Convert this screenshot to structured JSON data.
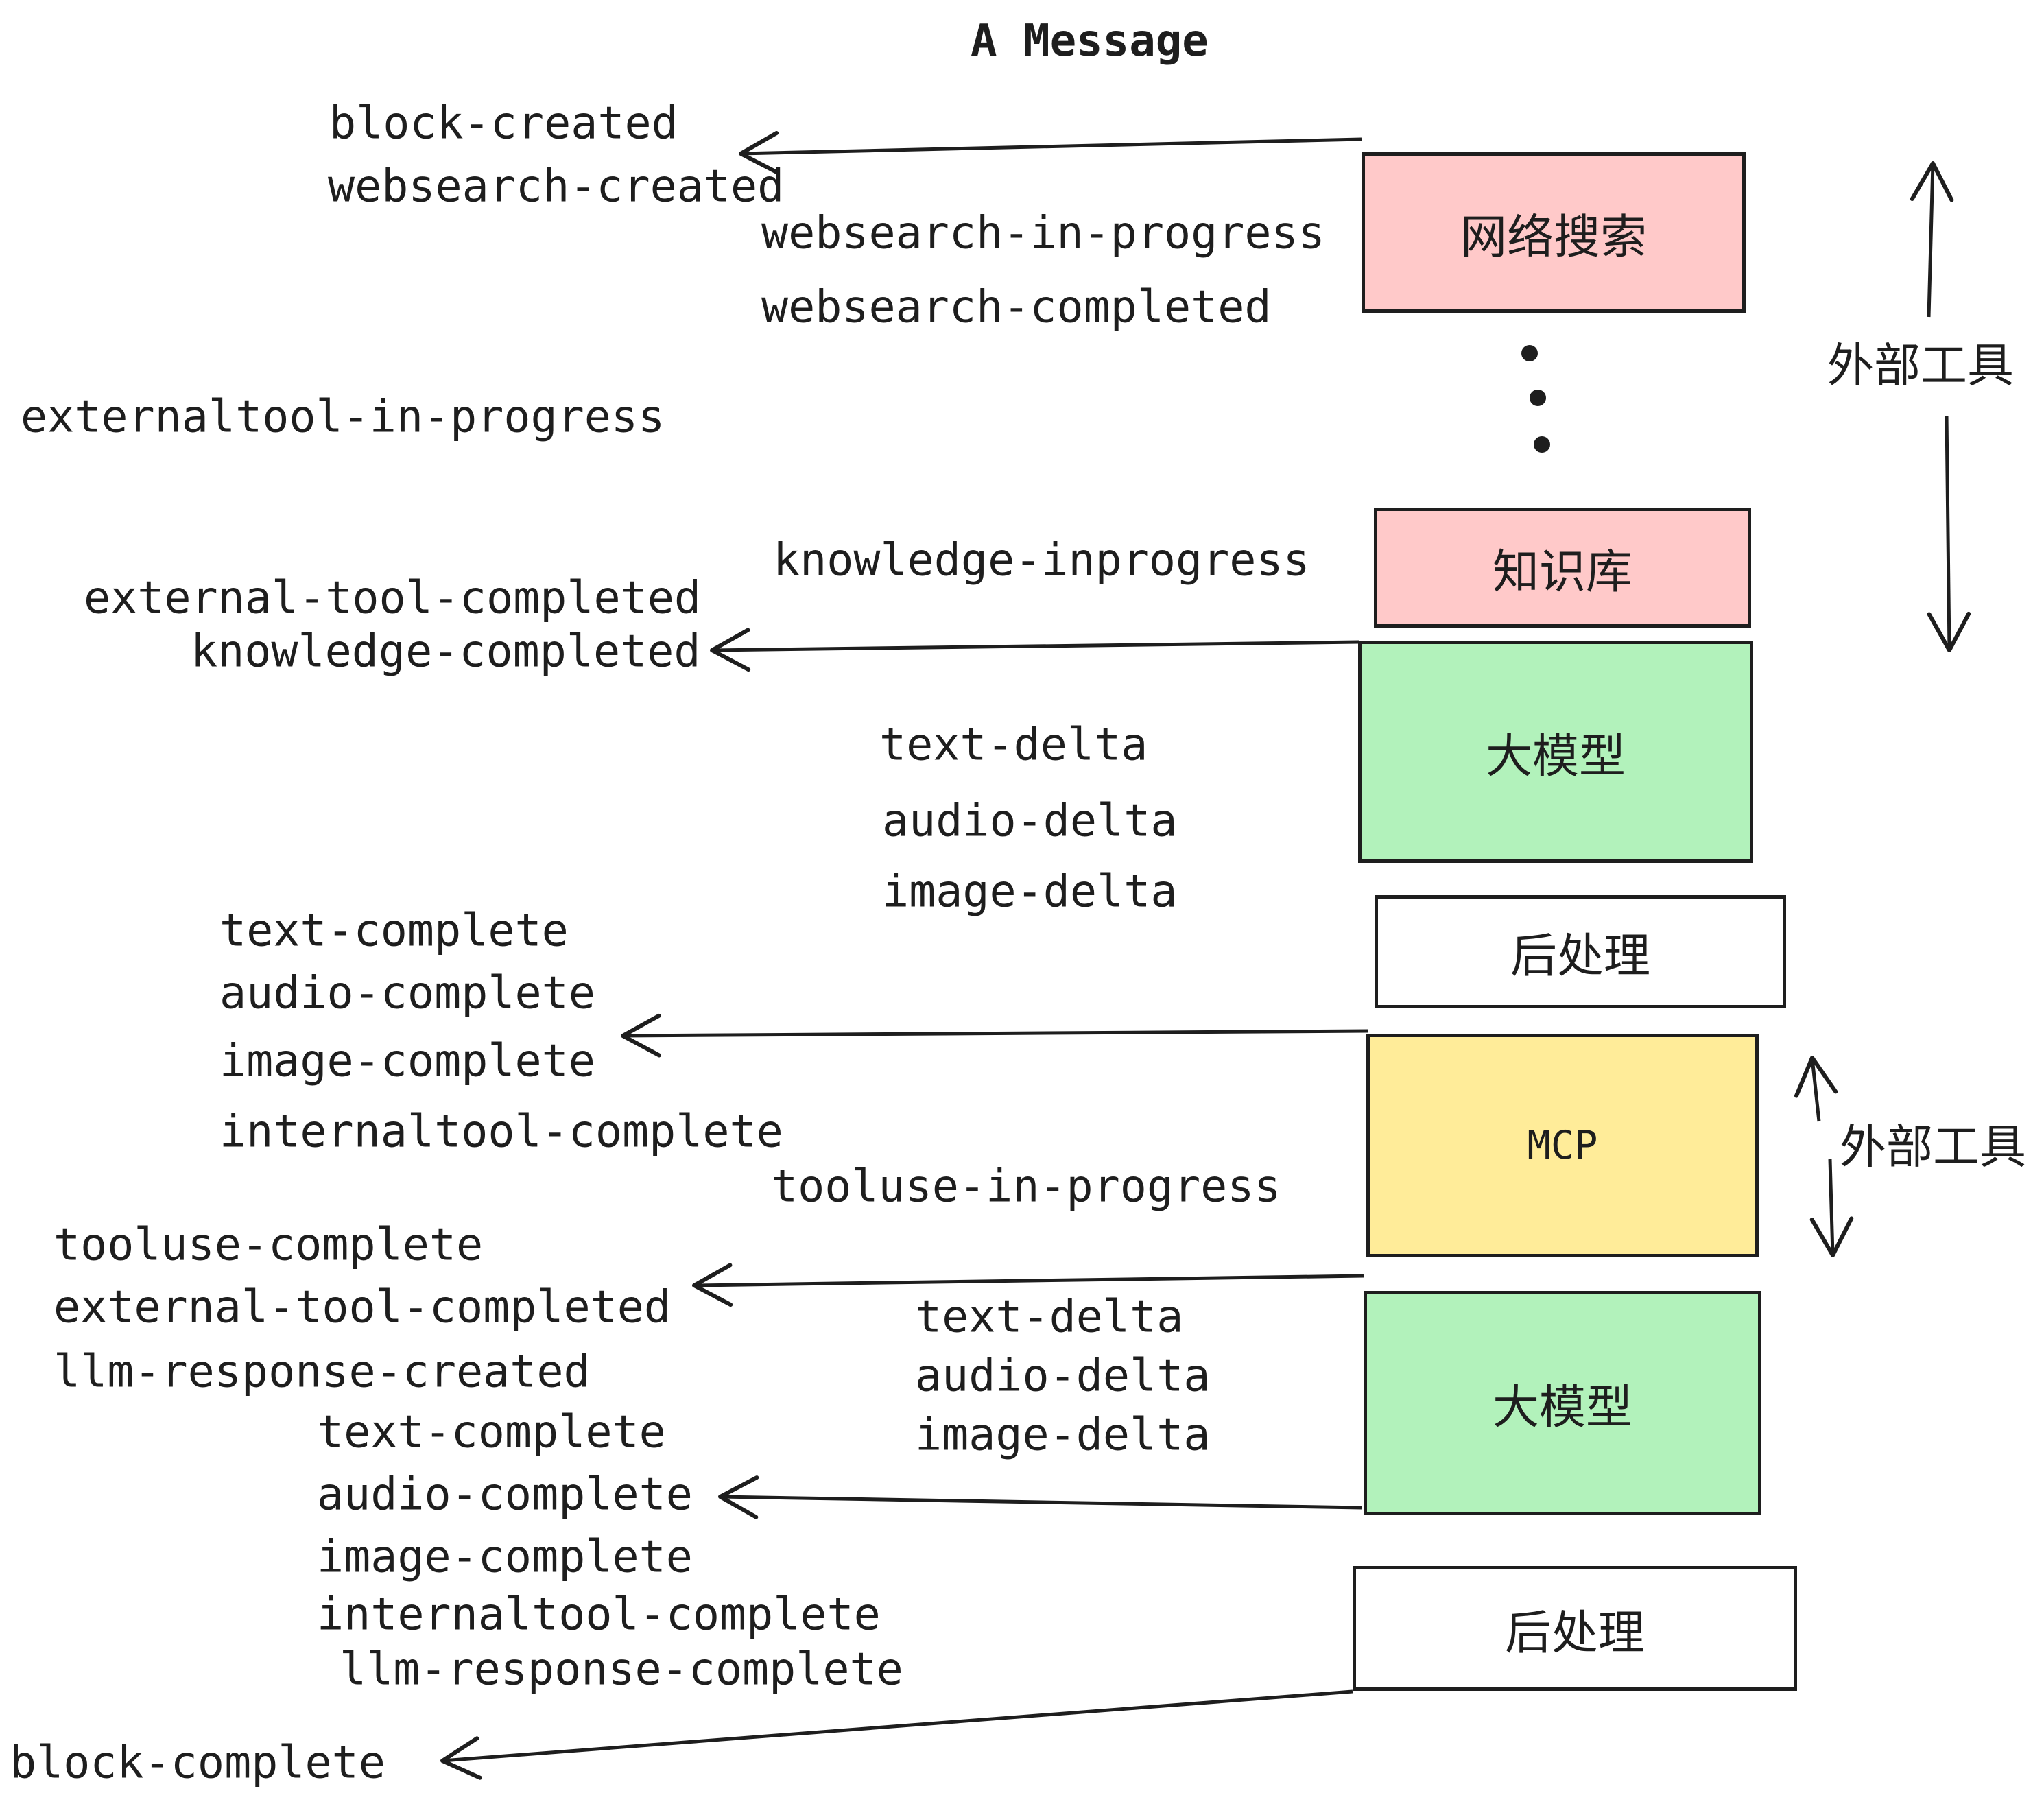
{
  "title": "A Message",
  "boxes": [
    {
      "id": "websearch",
      "label": "网络搜索",
      "color": "#ffc9c9"
    },
    {
      "id": "knowledge",
      "label": "知识库",
      "color": "#ffc9c9"
    },
    {
      "id": "llm-1",
      "label": "大模型",
      "color": "#b2f2bb"
    },
    {
      "id": "post-1",
      "label": "后处理",
      "color": "#ffffff"
    },
    {
      "id": "mcp",
      "label": "MCP",
      "color": "#ffec99"
    },
    {
      "id": "llm-2",
      "label": "大模型",
      "color": "#b2f2bb"
    },
    {
      "id": "post-2",
      "label": "后处理",
      "color": "#ffffff"
    }
  ],
  "events": [
    "block-created",
    "websearch-created",
    "websearch-in-progress",
    "websearch-completed",
    "externaltool-in-progress",
    "knowledge-inprogress",
    "external-tool-completed",
    "knowledge-completed",
    "text-delta",
    "audio-delta",
    "image-delta",
    "text-complete",
    "audio-complete",
    "image-complete",
    "internaltool-complete",
    "tooluse-in-progress",
    "tooluse-complete",
    "external-tool-completed",
    "llm-response-created",
    "text-delta",
    "audio-delta",
    "image-delta",
    "text-complete",
    "audio-complete",
    "image-complete",
    "internaltool-complete",
    "llm-response-complete",
    "block-complete"
  ],
  "side_labels": [
    "外部工具",
    "外部工具"
  ],
  "decorations": {
    "ellipsis_dots": 3
  },
  "colors": {
    "stroke": "#1e1e1e",
    "pink": "#ffc9c9",
    "green": "#b2f2bb",
    "yellow": "#ffec99",
    "white": "#ffffff",
    "background": "#ffffff"
  }
}
